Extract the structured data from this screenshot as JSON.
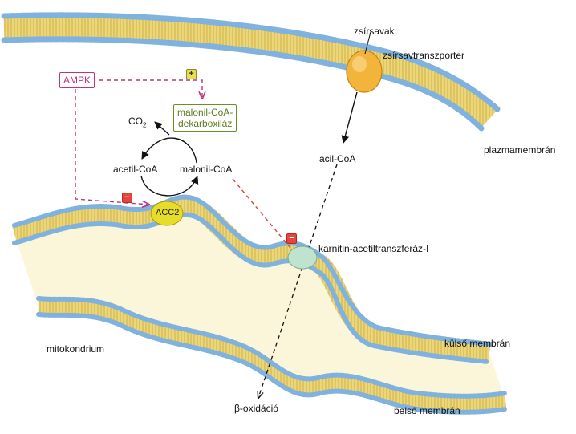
{
  "labels": {
    "fatty_acids": "zsírsavak",
    "fa_transporter": "zsírsavtranszporter",
    "plasma_membrane": "plazmamembrán",
    "acyl_coa": "acil-CoA",
    "ampk": "AMPK",
    "mcd_line1": "malonil-CoA-",
    "mcd_line2": "dekarboxiláz",
    "co2_main": "CO",
    "co2_sub": "2",
    "acetyl_coa": "acetil-CoA",
    "malonyl_coa": "malonil-CoA",
    "acc2": "ACC2",
    "cpt1": "karnitin-acetiltranszferáz-I",
    "mitochondrion": "mitokondrium",
    "outer_membrane": "külső membrán",
    "beta_oxidation": "β-oxidáció",
    "inner_membrane": "belső membrán"
  },
  "signs": {
    "plus": "+",
    "minus": "−"
  },
  "colors": {
    "ampk_pink": "#c0337a",
    "mcd_green": "#5a7d1e",
    "inhibit_red": "#d94a3a",
    "lipid_head": "#7fb2de",
    "lipid_tail": "#e8cf6a",
    "transporter": "#f3b43c",
    "acc2": "#e8dc2a",
    "cpt1": "#bfe3cf",
    "matrix": "#fbf5d9"
  }
}
